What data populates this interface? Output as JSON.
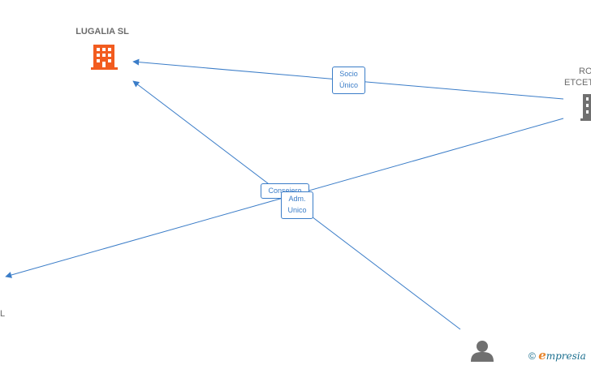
{
  "nodes": {
    "lugalia": {
      "name": "LUGALIA  SL",
      "type": "company",
      "color": "#f25c1f"
    },
    "right_company": {
      "line1": "RO",
      "line2": "ETCET",
      "type": "company",
      "color": "#707070"
    },
    "left_company": {
      "line1": "L",
      "line2": "",
      "type": "company"
    },
    "person": {
      "type": "person",
      "color": "#707070"
    }
  },
  "edges": {
    "socio": {
      "line1": "Socio",
      "line2": "Único"
    },
    "consejero": {
      "line1": "Consejero"
    },
    "adm": {
      "line1": "Adm.",
      "line2": "Unico"
    }
  },
  "colors": {
    "edge": "#3b7dc8"
  },
  "watermark": {
    "copyright": "©",
    "brand_initial": "e",
    "brand_rest": "mpresia"
  }
}
